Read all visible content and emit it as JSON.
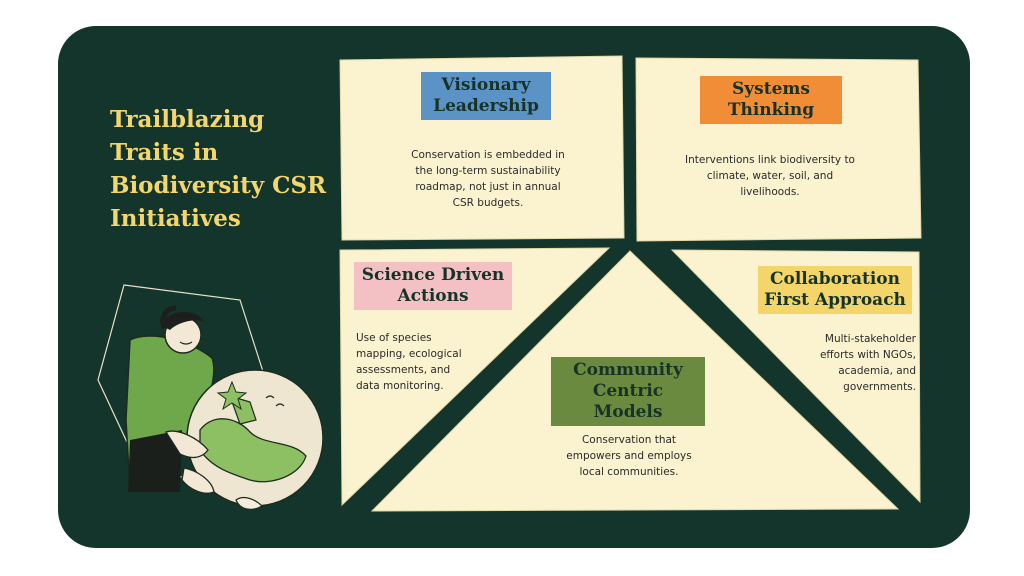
{
  "title": "Trailblazing Traits in Biodiversity CSR Initiatives",
  "colors": {
    "background": "#14352c",
    "panel": "#fbf3cf",
    "title": "#f4d66c",
    "visionary_label": "#5b93c6",
    "systems_label": "#f28d37",
    "science_label": "#f3c1c4",
    "community_label": "#6a8a3f",
    "collaboration_label": "#f3d56a"
  },
  "traits": {
    "visionary": {
      "label": "Visionary Leadership",
      "text": "Conservation is embedded in the long-term sustainability roadmap, not just in annual CSR budgets."
    },
    "systems": {
      "label": "Systems Thinking",
      "text": "Interventions link biodiversity to climate, water, soil, and livelihoods."
    },
    "science": {
      "label": "Science Driven Actions",
      "text": "Use of species mapping, ecological assessments, and data monitoring."
    },
    "community": {
      "label": "Community Centric Models",
      "text": "Conservation that empowers and employs local communities."
    },
    "collaboration": {
      "label": "Collaboration First Approach",
      "text": "Multi-stakeholder efforts with NGOs, academia, and governments."
    }
  },
  "illustration": "person-holding-globe-illustration"
}
